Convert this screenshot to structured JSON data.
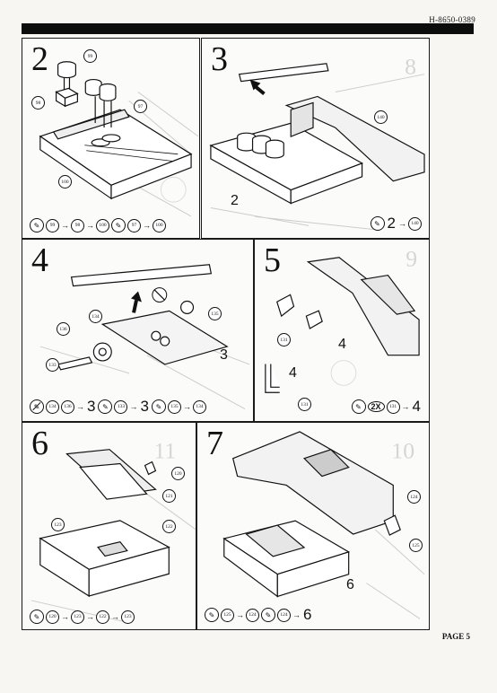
{
  "header": {
    "doc_number": "H-8650-0389"
  },
  "footer": {
    "page_label": "PAGE 5"
  },
  "steps": [
    {
      "number": "2",
      "callouts": [
        "99",
        "98",
        "97",
        "100"
      ],
      "sequence": [
        {
          "kind": "glue"
        },
        {
          "kind": "part",
          "v": "99"
        },
        {
          "kind": "arrow"
        },
        {
          "kind": "part",
          "v": "98"
        },
        {
          "kind": "arrow"
        },
        {
          "kind": "part",
          "v": "100"
        },
        {
          "kind": "glue"
        },
        {
          "kind": "part",
          "v": "97"
        },
        {
          "kind": "arrow"
        },
        {
          "kind": "part",
          "v": "100"
        }
      ]
    },
    {
      "number": "3",
      "callouts": [
        "140"
      ],
      "labels": [
        "2"
      ],
      "sequence": [
        {
          "kind": "glue"
        },
        {
          "kind": "big",
          "v": "2"
        },
        {
          "kind": "arrow"
        },
        {
          "kind": "part",
          "v": "140"
        }
      ]
    },
    {
      "number": "4",
      "callouts": [
        "135",
        "134",
        "136",
        "133"
      ],
      "labels": [
        "3"
      ],
      "sequence": [
        {
          "kind": "noglue"
        },
        {
          "kind": "part",
          "v": "134"
        },
        {
          "kind": "part",
          "v": "136"
        },
        {
          "kind": "arrow"
        },
        {
          "kind": "big",
          "v": "3"
        },
        {
          "kind": "glue"
        },
        {
          "kind": "part",
          "v": "133"
        },
        {
          "kind": "arrow"
        },
        {
          "kind": "big",
          "v": "3"
        },
        {
          "kind": "glue"
        },
        {
          "kind": "part",
          "v": "135"
        },
        {
          "kind": "arrow"
        },
        {
          "kind": "part",
          "v": "134"
        }
      ]
    },
    {
      "number": "5",
      "callouts": [
        "131",
        "131"
      ],
      "labels": [
        "4",
        "4"
      ],
      "sequence": [
        {
          "kind": "glue"
        },
        {
          "kind": "mult",
          "v": "2X"
        },
        {
          "kind": "part",
          "v": "131"
        },
        {
          "kind": "arrow"
        },
        {
          "kind": "big",
          "v": "4"
        }
      ]
    },
    {
      "number": "6",
      "callouts": [
        "120",
        "121",
        "122",
        "123"
      ],
      "sequence": [
        {
          "kind": "glue"
        },
        {
          "kind": "part",
          "v": "120"
        },
        {
          "kind": "arrow"
        },
        {
          "kind": "part",
          "v": "123"
        },
        {
          "kind": "arrow"
        },
        {
          "kind": "part",
          "v": "122"
        },
        {
          "kind": "arrow"
        },
        {
          "kind": "part",
          "v": "123"
        }
      ]
    },
    {
      "number": "7",
      "callouts": [
        "124",
        "125"
      ],
      "labels": [
        "6"
      ],
      "sequence": [
        {
          "kind": "glue"
        },
        {
          "kind": "part",
          "v": "125"
        },
        {
          "kind": "arrow"
        },
        {
          "kind": "part",
          "v": "124"
        },
        {
          "kind": "glue"
        },
        {
          "kind": "part",
          "v": "124"
        },
        {
          "kind": "arrow"
        },
        {
          "kind": "big",
          "v": "6"
        }
      ]
    }
  ]
}
